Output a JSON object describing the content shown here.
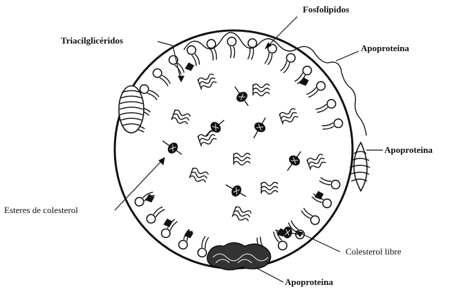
{
  "figure": {
    "labels": {
      "phospholipids": "Fosfolipidos",
      "triacylglycerides": "Triacilglicéridos",
      "apoprotein_top": "Apoproteina",
      "apoprotein_right": "Apoproteina",
      "cholesterol_esters": "Esteres de colesterol",
      "free_cholesterol": "Colesterol libre",
      "apoprotein_bottom": "Apoproteina"
    }
  }
}
